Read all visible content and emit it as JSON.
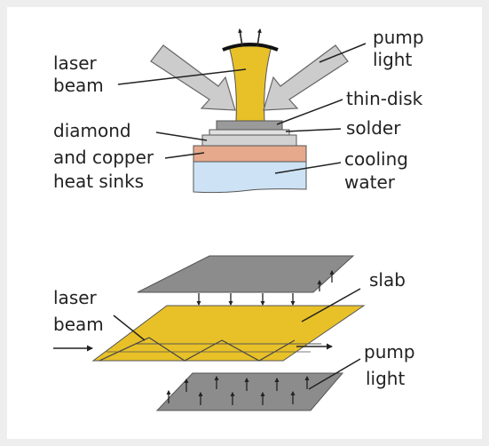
{
  "colors": {
    "beam": "#e8c128",
    "arrow_fill": "#cccccc",
    "slab": "#e8c128",
    "plate": "#8c8c8c",
    "heatsink_copper": "#e6a98c",
    "water": "#cde3f5",
    "disk": "#9a9a9a",
    "solder": "#e0e0e0",
    "ink": "#222222"
  },
  "top_diagram": {
    "labels": {
      "laser_beam_l1": "laser",
      "laser_beam_l2": "beam",
      "pump_light_l1": "pump",
      "pump_light_l2": "light",
      "thin_disk": "thin-disk",
      "solder": "solder",
      "heat_sinks_l1": "diamond",
      "heat_sinks_l2": "and copper",
      "heat_sinks_l3": "heat sinks",
      "cooling_l1": "cooling",
      "cooling_l2": "water"
    }
  },
  "bottom_diagram": {
    "labels": {
      "laser_beam_l1": "laser",
      "laser_beam_l2": "beam",
      "slab": "slab",
      "pump_light_l1": "pump",
      "pump_light_l2": "light"
    }
  }
}
